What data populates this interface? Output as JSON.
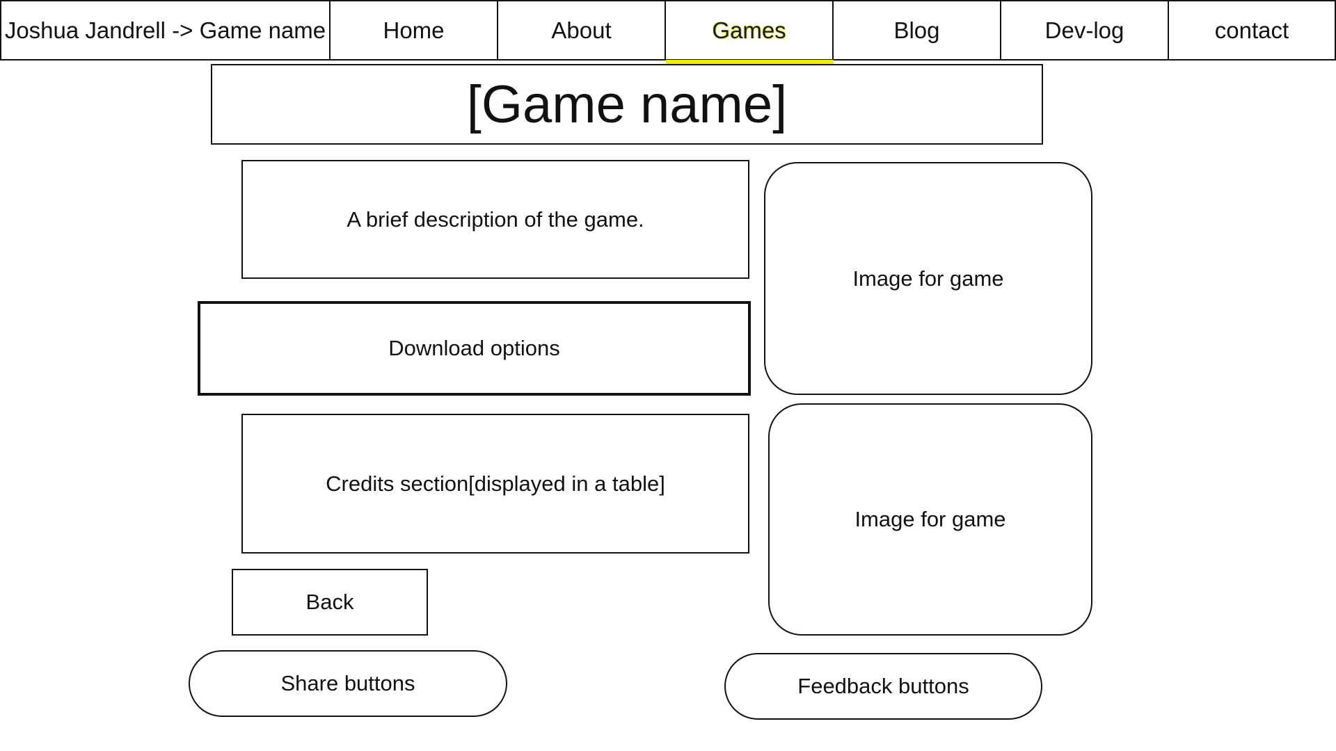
{
  "nav": {
    "brand": "Joshua Jandrell -> Game name",
    "items": [
      {
        "label": "Home"
      },
      {
        "label": "About"
      },
      {
        "label": "Games",
        "active": true
      },
      {
        "label": "Blog"
      },
      {
        "label": "Dev-log"
      },
      {
        "label": "contact"
      }
    ],
    "active_accent_color": "#eef000"
  },
  "main": {
    "title": "[Game name]",
    "description": "A brief description of the game.",
    "download_label": "Download options",
    "credits": "Credits section[displayed in a table]",
    "back_label": "Back",
    "images": [
      {
        "label": "Image for game"
      },
      {
        "label": "Image for game"
      }
    ],
    "share_label": "Share buttons",
    "feedback_label": "Feedback buttons"
  }
}
